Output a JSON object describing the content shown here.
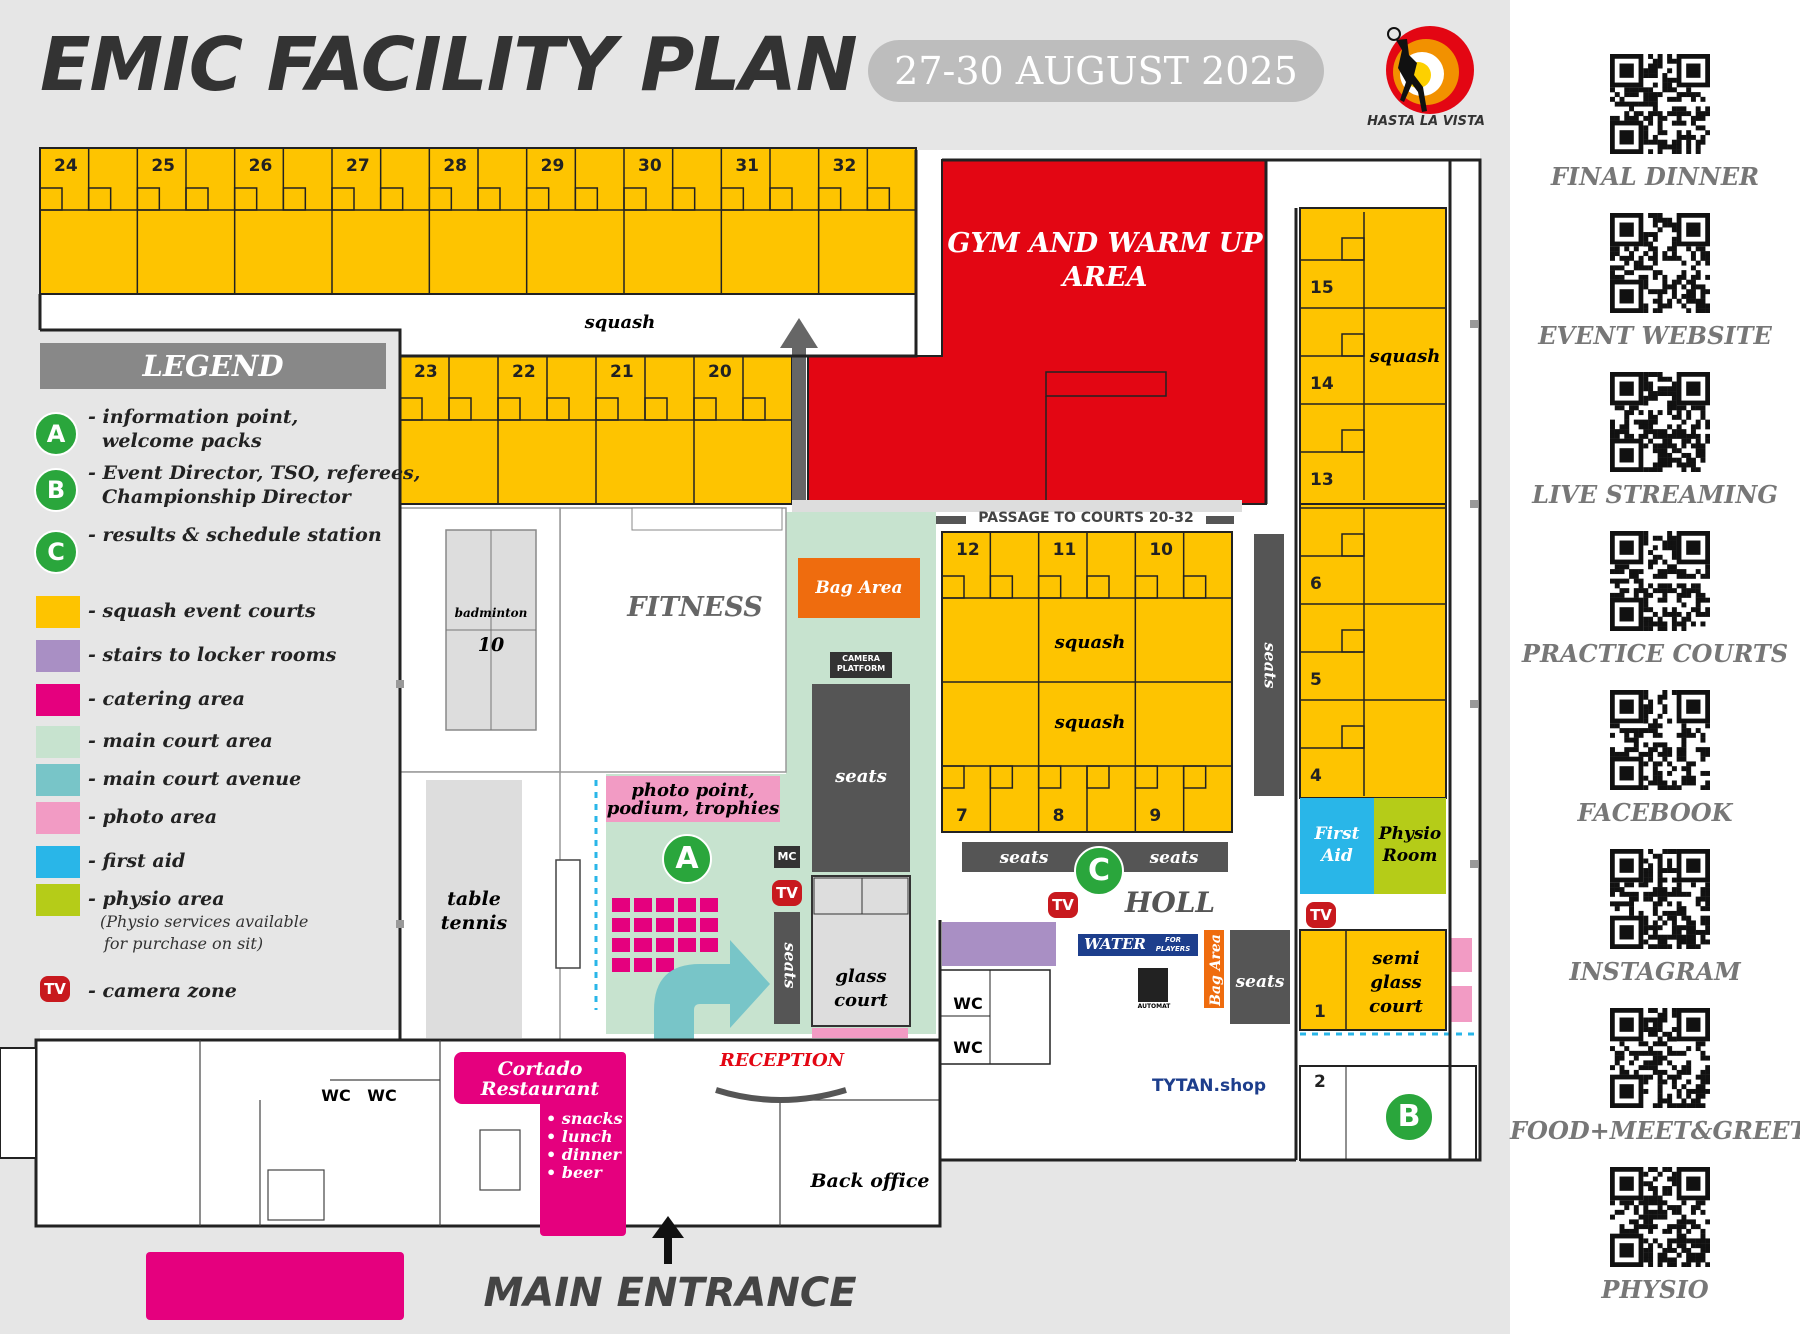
{
  "title": "EMIC FACILITY PLAN",
  "date": "27-30 AUGUST 2025",
  "logo_text": "HASTA LA VISTA",
  "colors": {
    "squash": "#fec400",
    "gym": "#e30613",
    "stairs": "#a98fc4",
    "catering": "#e5007e",
    "main_court": "#c7e3cf",
    "avenue": "#78c5c8",
    "photo": "#f29bc4",
    "first_aid": "#29b6e8",
    "physio": "#b5cc18",
    "bag_area": "#ef6c0e"
  },
  "legend": {
    "title": "LEGEND",
    "markers": [
      {
        "letter": "A",
        "text1": "- information point,",
        "text2": "welcome packs"
      },
      {
        "letter": "B",
        "text1": "- Event Director, TSO, referees,",
        "text2": "Championship Director"
      },
      {
        "letter": "C",
        "text1": "- results & schedule station",
        "text2": ""
      }
    ],
    "items": [
      {
        "text": "- squash event courts",
        "color": "#fec400"
      },
      {
        "text": "- stairs to locker rooms",
        "color": "#a98fc4"
      },
      {
        "text": "- catering area",
        "color": "#e5007e"
      },
      {
        "text": "- main court area",
        "color": "#c7e3cf"
      },
      {
        "text": "- main court avenue",
        "color": "#78c5c8"
      },
      {
        "text": "- photo area",
        "color": "#f29bc4"
      },
      {
        "text": "- first aid",
        "color": "#29b6e8"
      },
      {
        "text": "- physio area",
        "color": "#b5cc18"
      }
    ],
    "physio_note1": "(Physio services available",
    "physio_note2": "for purchase on sit)",
    "tv_text": "- camera zone",
    "tv_label": "TV"
  },
  "courts_top": [
    "24",
    "25",
    "26",
    "27",
    "28",
    "29",
    "30",
    "31",
    "32"
  ],
  "courts_mid": [
    "23",
    "22",
    "21",
    "20"
  ],
  "courts_center_top": [
    "12",
    "11",
    "10"
  ],
  "courts_center_bottom": [
    "7",
    "8",
    "9"
  ],
  "courts_right": [
    "15",
    "14",
    "13",
    "6",
    "5",
    "4"
  ],
  "court_1": "1",
  "court_2": "2",
  "labels": {
    "squash": "squash",
    "gym1": "GYM AND WARM UP",
    "gym2": "AREA",
    "passage": "PASSAGE TO COURTS 20-32",
    "fitness": "FITNESS",
    "bag_area": "Bag Area",
    "camera1": "CAMERA",
    "camera2": "PLATFORM",
    "seats": "seats",
    "badminton": "badminton",
    "badminton_num": "10",
    "table1": "table",
    "table2": "tennis",
    "photo1": "photo point,",
    "photo2": "podium, trophies",
    "mc": "MC",
    "glass1": "glass",
    "glass2": "court",
    "holl": "HOLL",
    "first_aid1": "First",
    "first_aid2": "Aid",
    "physio1": "Physio",
    "physio2": "Room",
    "semi1": "semi",
    "semi2": "glass",
    "semi3": "court",
    "water": "WATER",
    "water_sub1": "FOR",
    "water_sub2": "PLAYERS",
    "automat": "AUTOMAT",
    "tytan": "TYTAN.shop",
    "wc": "WC",
    "reception": "RECEPTION",
    "restaurant1": "Cortado",
    "restaurant2": "Restaurant",
    "menu": [
      "• snacks",
      "• lunch",
      "• dinner",
      "• beer"
    ],
    "back_office": "Back office",
    "main_entrance": "MAIN ENTRANCE"
  },
  "qr_codes": [
    "FINAL DINNER",
    "EVENT WEBSITE",
    "LIVE STREAMING",
    "PRACTICE COURTS",
    "FACEBOOK",
    "INSTAGRAM",
    "FOOD+MEET&GREET",
    "PHYSIO"
  ]
}
